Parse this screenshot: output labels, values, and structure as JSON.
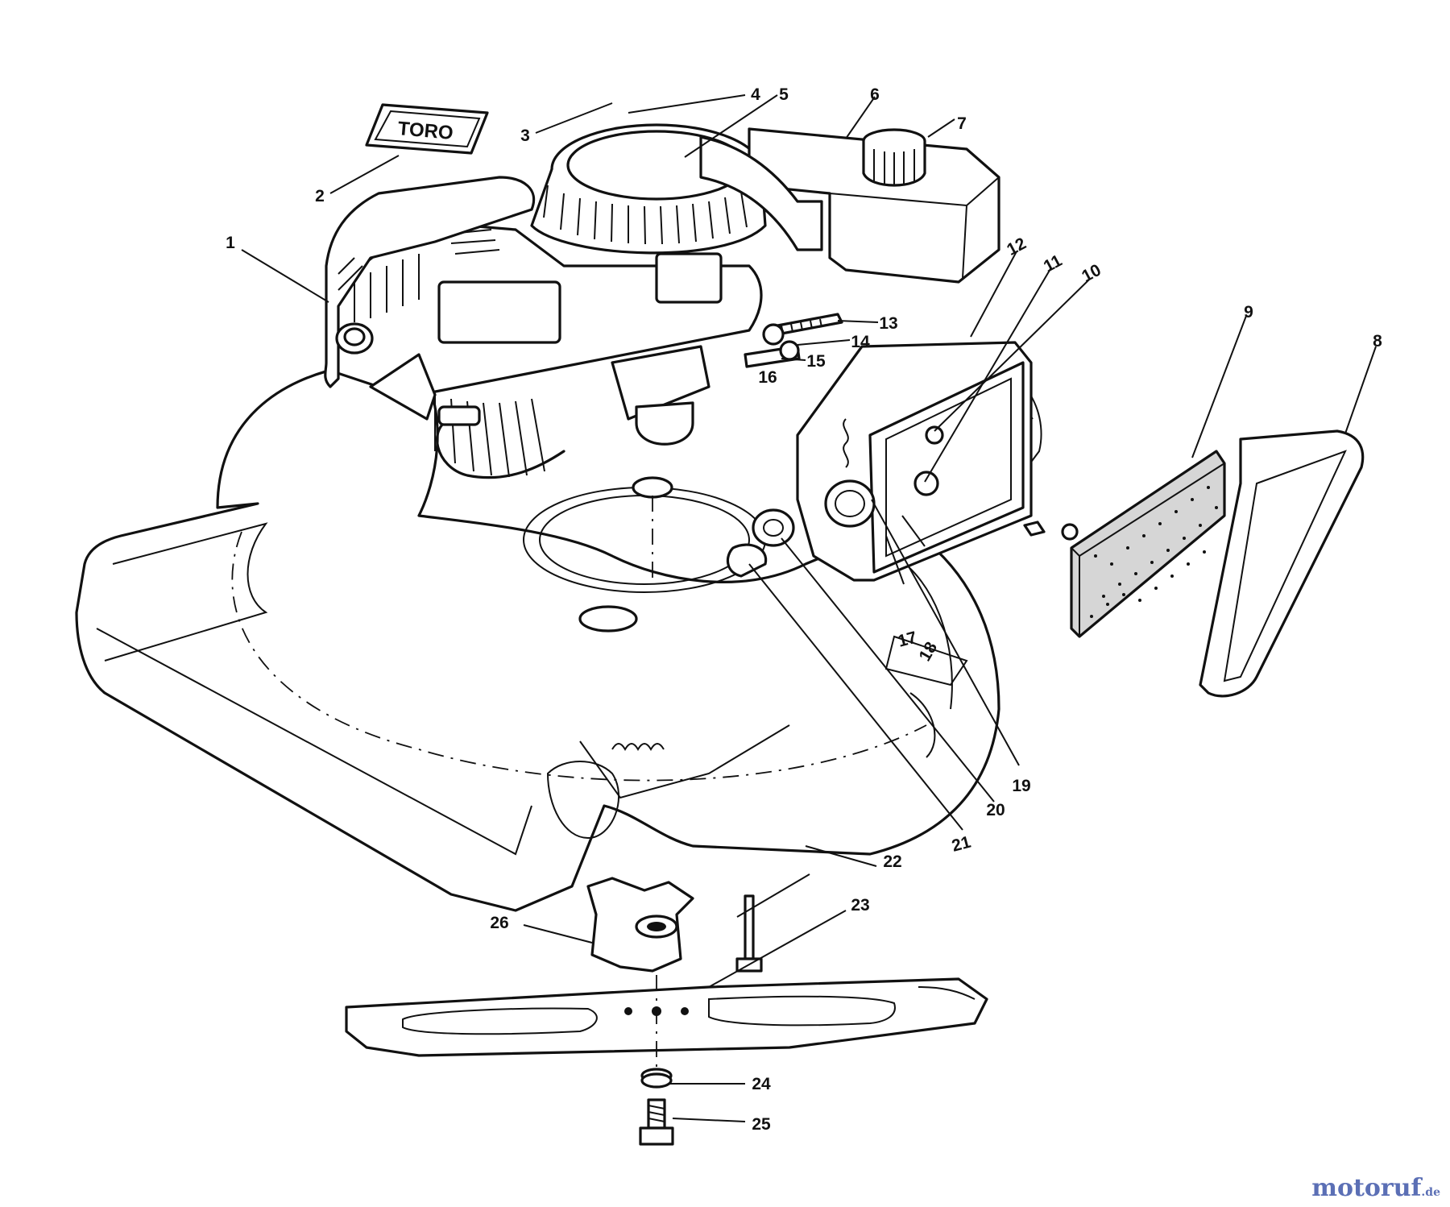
{
  "logo_text": "TORO",
  "watermark": {
    "part1": "motoruf",
    "part2": ".de"
  },
  "callouts": [
    {
      "label": "1"
    },
    {
      "label": "2"
    },
    {
      "label": "3"
    },
    {
      "label": "4"
    },
    {
      "label": "5"
    },
    {
      "label": "6"
    },
    {
      "label": "7"
    },
    {
      "label": "8"
    },
    {
      "label": "9"
    },
    {
      "label": "10"
    },
    {
      "label": "11"
    },
    {
      "label": "12"
    },
    {
      "label": "13"
    },
    {
      "label": "14"
    },
    {
      "label": "15"
    },
    {
      "label": "16"
    },
    {
      "label": "17"
    },
    {
      "label": "18"
    },
    {
      "label": "19"
    },
    {
      "label": "20"
    },
    {
      "label": "21"
    },
    {
      "label": "22"
    },
    {
      "label": "23"
    },
    {
      "label": "24"
    },
    {
      "label": "25"
    },
    {
      "label": "26"
    }
  ]
}
